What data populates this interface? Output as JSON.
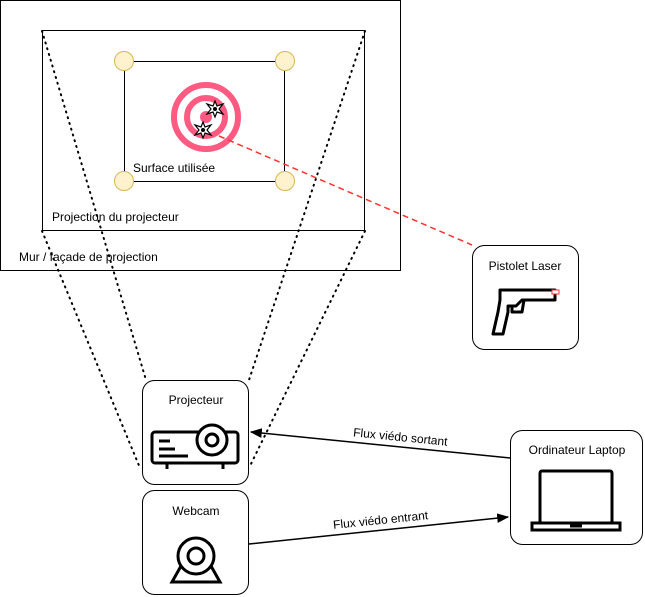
{
  "wall": {
    "label": "Mur / façade de projection"
  },
  "projection": {
    "label": "Projection du projecteur"
  },
  "surface": {
    "label": "Surface utilisée"
  },
  "laser_gun": {
    "label": "Pistolet Laser",
    "icon": "pistol-icon"
  },
  "projector": {
    "label": "Projecteur",
    "icon": "projector-icon"
  },
  "webcam": {
    "label": "Webcam",
    "icon": "webcam-icon"
  },
  "laptop": {
    "label": "Ordinateur Laptop",
    "icon": "laptop-icon"
  },
  "edges": {
    "video_out": "Flux viédo sortant",
    "video_in": "Flux viédo entrant"
  },
  "colors": {
    "target": "#ff5a82",
    "corner_fill": "#fff2cc",
    "corner_stroke": "#d6b656",
    "laser_line": "#ff3333"
  }
}
